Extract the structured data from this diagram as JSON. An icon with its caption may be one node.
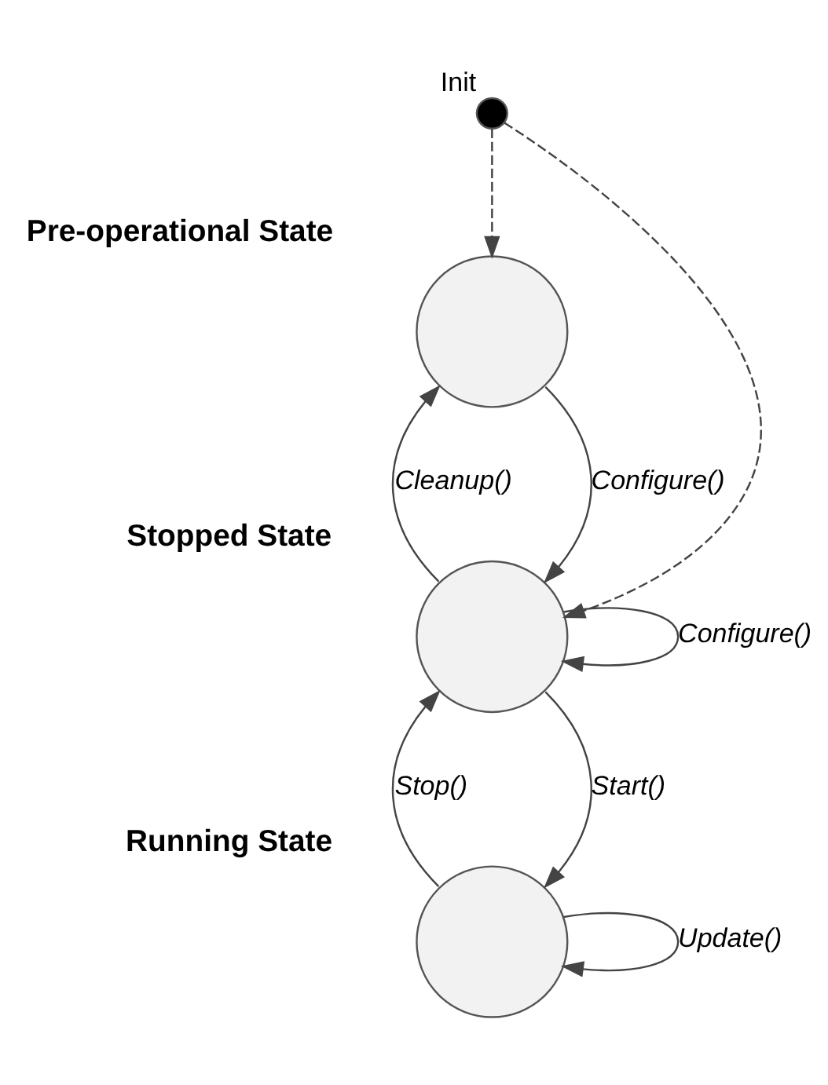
{
  "diagram": {
    "nodes": [
      {
        "text": [],
        "shape": "circle",
        "beside": [
          "Init"
        ]
      },
      {
        "text": [],
        "shape": "circle",
        "beside": [
          "Pre-operational State"
        ]
      },
      {
        "text": [],
        "shape": "circle",
        "beside": [
          "Stopped State"
        ]
      },
      {
        "text": [],
        "shape": "circle",
        "beside": [
          "Running State"
        ]
      }
    ],
    "edges": [
      {
        "from": 0,
        "to": 1,
        "arrow": "to",
        "style": "dashed"
      },
      {
        "from": 0,
        "to": 2,
        "arrow": "to",
        "style": "dashed"
      },
      {
        "from": 1,
        "to": 2,
        "arrow": "to",
        "label": "Configure()"
      },
      {
        "from": 2,
        "to": 1,
        "arrow": "to",
        "label": "Cleanup()"
      },
      {
        "from": 2,
        "to": 2,
        "arrow": "to",
        "label": "Configure()"
      },
      {
        "from": 2,
        "to": 3,
        "arrow": "to",
        "label": "Start()"
      },
      {
        "from": 3,
        "to": 2,
        "arrow": "to",
        "label": "Stop()"
      },
      {
        "from": 3,
        "to": 3,
        "arrow": "to",
        "label": "Update()"
      }
    ]
  }
}
